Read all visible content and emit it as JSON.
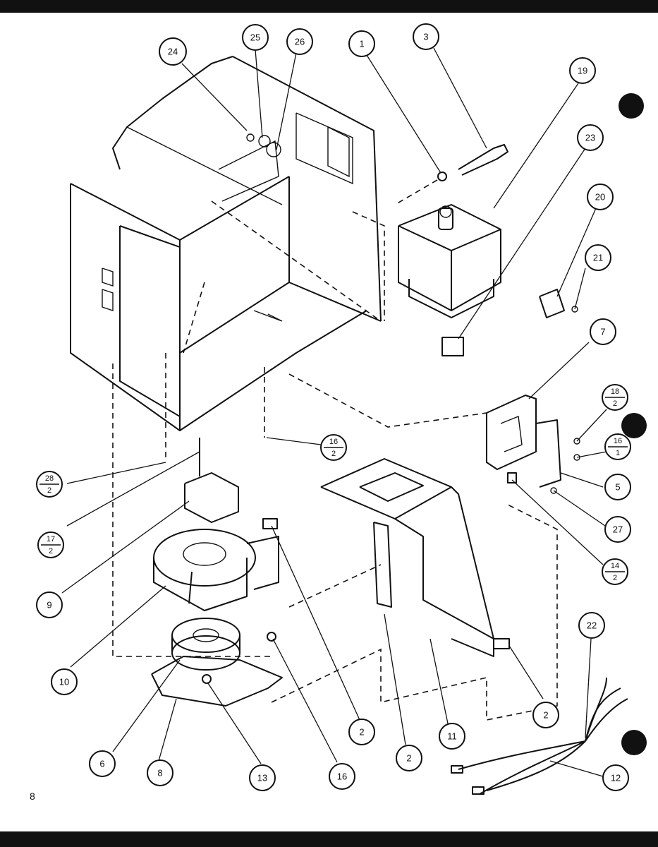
{
  "page_number": "8",
  "callouts": [
    {
      "id": "c24",
      "label": "24"
    },
    {
      "id": "c25",
      "label": "25"
    },
    {
      "id": "c26",
      "label": "26"
    },
    {
      "id": "c1",
      "label": "1"
    },
    {
      "id": "c3",
      "label": "3"
    },
    {
      "id": "c19",
      "label": "19"
    },
    {
      "id": "c23",
      "label": "23"
    },
    {
      "id": "c20",
      "label": "20"
    },
    {
      "id": "c21",
      "label": "21"
    },
    {
      "id": "c7",
      "label": "7"
    },
    {
      "id": "c5",
      "label": "5"
    },
    {
      "id": "c27",
      "label": "27"
    },
    {
      "id": "c9",
      "label": "9"
    },
    {
      "id": "c10",
      "label": "10"
    },
    {
      "id": "c6",
      "label": "6"
    },
    {
      "id": "c8",
      "label": "8"
    },
    {
      "id": "c13",
      "label": "13"
    },
    {
      "id": "c16",
      "label": "16"
    },
    {
      "id": "c2a",
      "label": "2"
    },
    {
      "id": "c2b",
      "label": "2"
    },
    {
      "id": "c11",
      "label": "11"
    },
    {
      "id": "c2c",
      "label": "2"
    },
    {
      "id": "c22",
      "label": "22"
    },
    {
      "id": "c12",
      "label": "12"
    }
  ],
  "fraction_callouts": [
    {
      "id": "f18",
      "num": "18",
      "den": "2"
    },
    {
      "id": "f16a",
      "num": "16",
      "den": "1"
    },
    {
      "id": "f14",
      "num": "14",
      "den": "2"
    },
    {
      "id": "f16b",
      "num": "16",
      "den": "2"
    },
    {
      "id": "f28",
      "num": "28",
      "den": "2"
    },
    {
      "id": "f17",
      "num": "17",
      "den": "2"
    }
  ]
}
